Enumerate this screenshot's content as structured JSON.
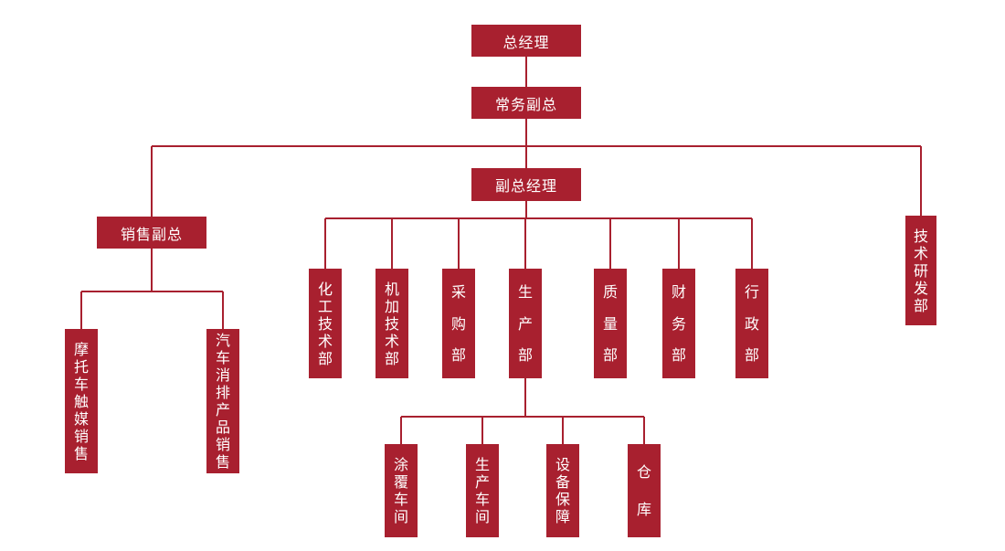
{
  "org_chart": {
    "nodes": {
      "general_manager": "总经理",
      "executive_vp": "常务副总",
      "deputy_gm": "副总经理",
      "sales_vp": "销售副总",
      "rd_dept": "技术研发部",
      "chemical_tech_dept": "化工技术部",
      "machining_tech_dept": "机加技术部",
      "purchasing_dept": "采购部",
      "production_dept": "生产部",
      "quality_dept": "质量部",
      "finance_dept": "财务部",
      "admin_dept": "行政部",
      "motorcycle_catalyst_sales": "摩托车触媒销售",
      "auto_exhaust_sales": "汽车消排产品销售",
      "coating_workshop": "涂覆车间",
      "production_workshop": "生产车间",
      "equipment_support": "设备保障",
      "warehouse": "仓库"
    }
  },
  "colors": {
    "box_fill": "#a8202f",
    "box_text": "#ffffff",
    "connector": "#a8202f"
  }
}
